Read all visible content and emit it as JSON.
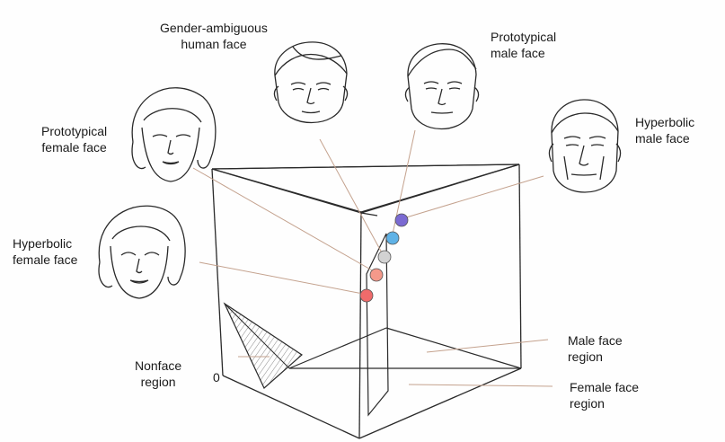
{
  "labels": {
    "gender_ambiguous": [
      "Gender-ambiguous",
      "human face"
    ],
    "prototypical_male": [
      "Prototypical",
      "male face"
    ],
    "hyperbolic_male": [
      "Hyperbolic",
      "male face"
    ],
    "prototypical_female": [
      "Prototypical",
      "female face"
    ],
    "hyperbolic_female": [
      "Hyperbolic",
      "female face"
    ],
    "nonface_region": [
      "Nonface",
      "region"
    ],
    "male_region": [
      "Male face",
      "region"
    ],
    "female_region": [
      "Female face",
      "region"
    ],
    "origin": "0"
  },
  "colors": {
    "hyperbolic_female": "#ef6b6b",
    "prototypical_female": "#f4998a",
    "gender_ambiguous": "#d2d2d2",
    "prototypical_male": "#5fb2e6",
    "hyperbolic_male": "#7b6ad2",
    "lines": "#2a2a2a",
    "leaders": "#c4a28e"
  },
  "icons": [
    "gender-ambiguous-face-icon",
    "prototypical-male-face-icon",
    "hyperbolic-male-face-icon",
    "prototypical-female-face-icon",
    "hyperbolic-female-face-icon"
  ]
}
